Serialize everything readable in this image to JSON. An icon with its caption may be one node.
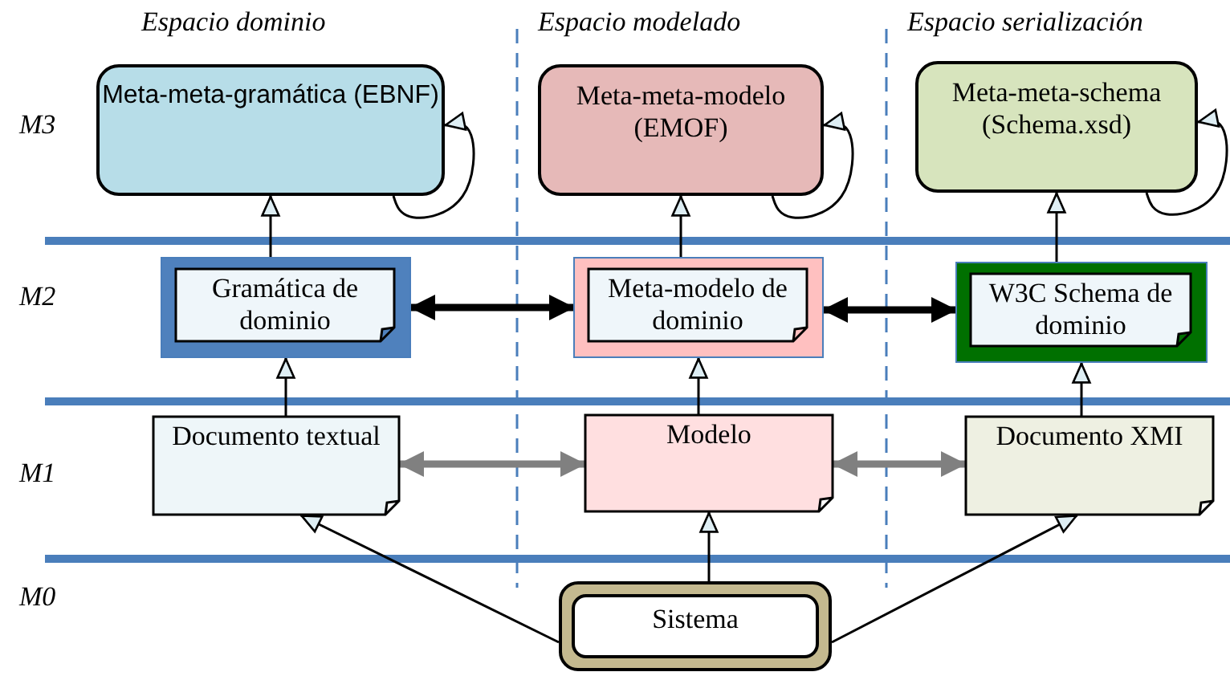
{
  "diagram": {
    "nodes": [
      {
        "text": [
          "Meta-meta-gramática (EBNF)"
        ]
      },
      {
        "text": [
          "Meta-meta-modelo (EMOF)"
        ]
      },
      {
        "text": [
          "Meta-meta-schema (Schema.xsd)"
        ]
      },
      {
        "text": [
          "Gramática de dominio"
        ]
      },
      {
        "text": [
          "Meta-modelo de dominio"
        ]
      },
      {
        "text": [
          "W3C Schema de dominio"
        ]
      },
      {
        "text": [
          "Documento textual"
        ]
      },
      {
        "text": [
          "Modelo"
        ]
      },
      {
        "text": [
          "Documento XMI"
        ]
      },
      {
        "text": [
          "Sistema"
        ]
      }
    ],
    "edges": [
      {
        "from": 0,
        "to": 0,
        "arrow": "to"
      },
      {
        "from": 1,
        "to": 1,
        "arrow": "to"
      },
      {
        "from": 2,
        "to": 2,
        "arrow": "to"
      },
      {
        "from": 3,
        "to": 0,
        "arrow": "to"
      },
      {
        "from": 4,
        "to": 1,
        "arrow": "to"
      },
      {
        "from": 5,
        "to": 2,
        "arrow": "to"
      },
      {
        "from": 3,
        "to": 4,
        "arrow": "both",
        "style": "thick"
      },
      {
        "from": 4,
        "to": 5,
        "arrow": "both",
        "style": "thick"
      },
      {
        "from": 6,
        "to": 3,
        "arrow": "to"
      },
      {
        "from": 7,
        "to": 4,
        "arrow": "to"
      },
      {
        "from": 8,
        "to": 5,
        "arrow": "to"
      },
      {
        "from": 6,
        "to": 7,
        "arrow": "both",
        "style": "thick",
        "color": "#808080"
      },
      {
        "from": 7,
        "to": 8,
        "arrow": "both",
        "style": "thick",
        "color": "#808080"
      },
      {
        "from": 9,
        "to": 6,
        "arrow": "to"
      },
      {
        "from": 9,
        "to": 7,
        "arrow": "to"
      },
      {
        "from": 9,
        "to": 8,
        "arrow": "to"
      }
    ],
    "labels": [
      "Espacio dominio",
      "Espacio modelado",
      "Espacio serialización",
      "M3",
      "M2",
      "M1",
      "M0"
    ]
  }
}
